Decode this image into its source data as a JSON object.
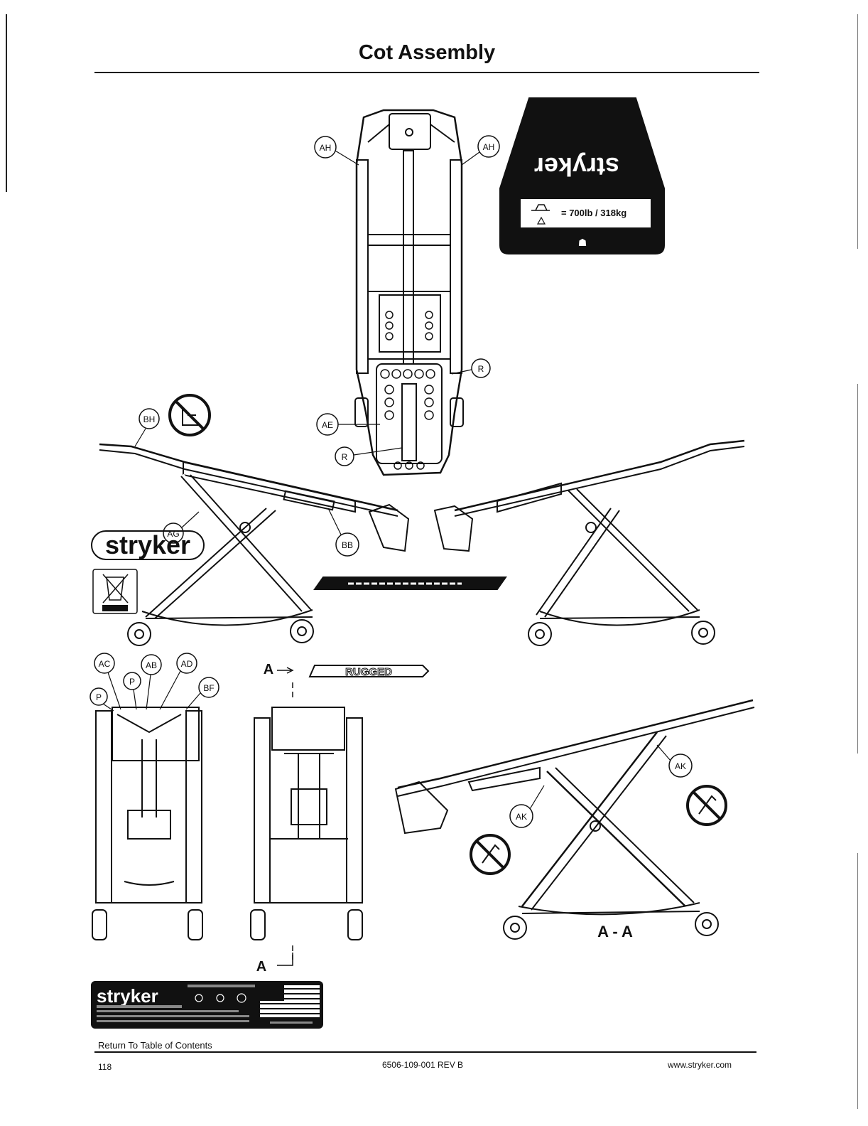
{
  "page": {
    "title": "Cot Assembly",
    "toc_link": "Return To Table of Contents",
    "page_number": "118",
    "doc_number": "6506-109-001 REV B",
    "website": "www.stryker.com"
  },
  "callouts": {
    "ah_left": "AH",
    "ah_right": "AH",
    "r_upper": "R",
    "ae": "AE",
    "r_lower": "R",
    "bh": "BH",
    "ag": "AG",
    "bb": "BB",
    "ac": "AC",
    "p_upper": "P",
    "ab": "AB",
    "ad": "AD",
    "bf": "BF",
    "p_left": "P",
    "ak_upper": "AK",
    "ak_lower": "AK"
  },
  "section_marks": {
    "top": "A",
    "bottom": "A",
    "view_label": "A - A"
  },
  "labels": {
    "load_plate_brand": "stryker",
    "load_rating": "= 700lb / 318kg",
    "brand_logo": "stryker",
    "rugged_badge": "RUGGED",
    "serial_brand": "stryker"
  }
}
